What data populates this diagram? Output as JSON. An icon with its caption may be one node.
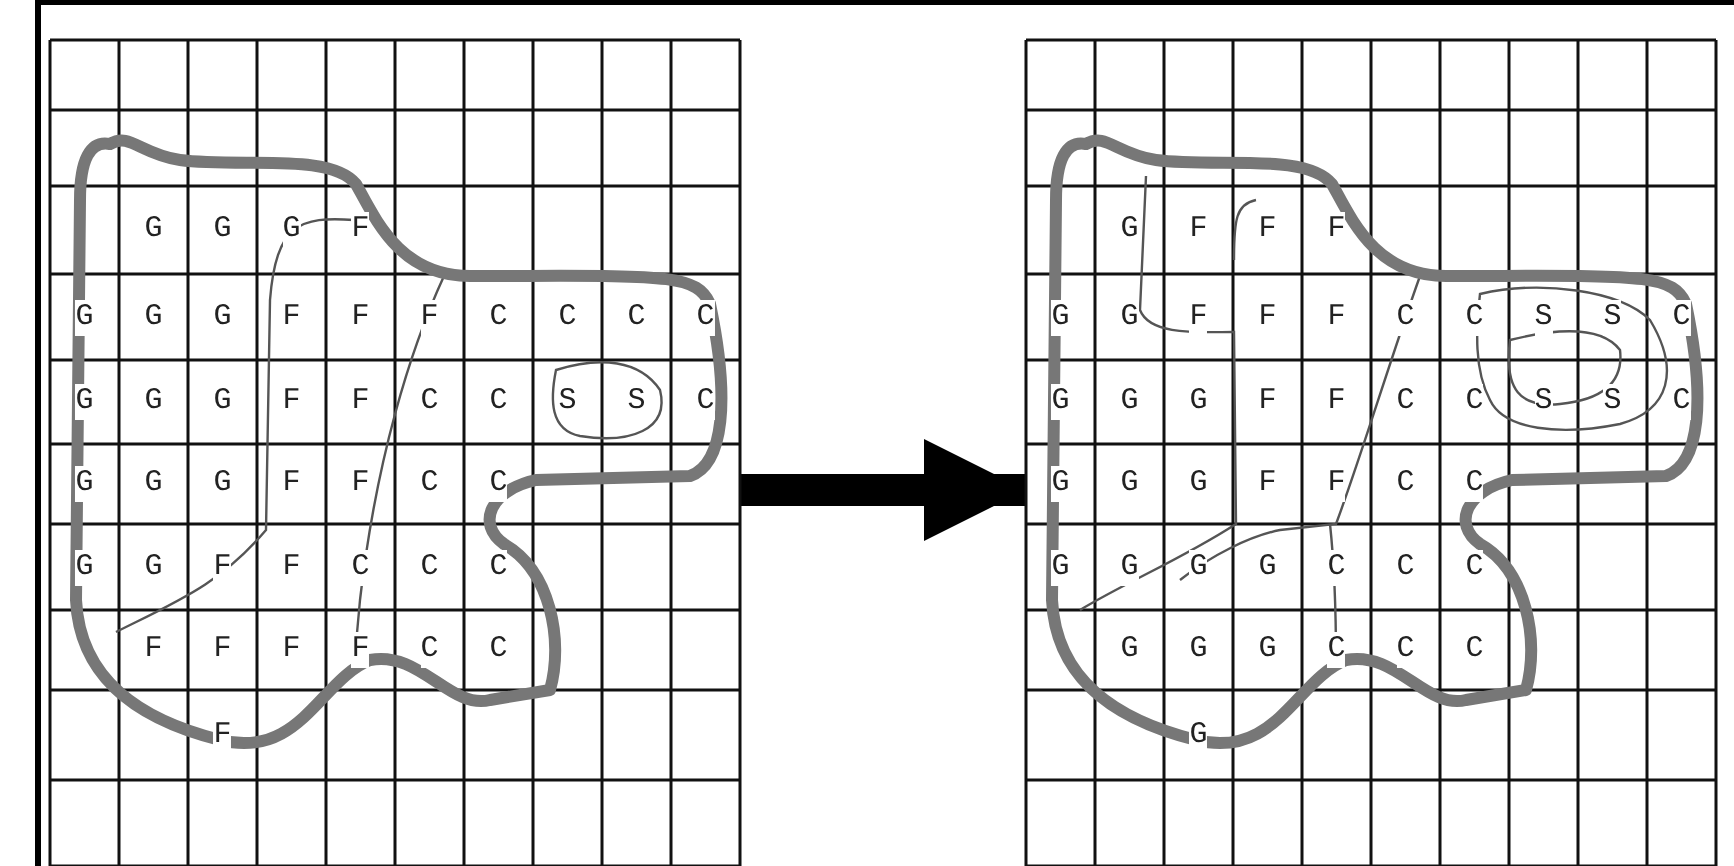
{
  "diagram": {
    "nodes": [
      {
        "text": [],
        "shape": "box"
      },
      {
        "text": [],
        "shape": "box"
      }
    ],
    "edges": [
      {
        "from": 0,
        "to": 1,
        "arrow": "to"
      }
    ],
    "labels": [
      "G",
      "G",
      "G",
      "F",
      "G",
      "G",
      "G",
      "F",
      "F",
      "F",
      "C",
      "C",
      "C",
      "C",
      "G",
      "G",
      "G",
      "F",
      "F",
      "C",
      "C",
      "S",
      "S",
      "C",
      "G",
      "G",
      "G",
      "F",
      "F",
      "C",
      "C",
      "G",
      "G",
      "F",
      "F",
      "C",
      "C",
      "C",
      "F",
      "F",
      "F",
      "F",
      "C",
      "C",
      "F",
      "G",
      "F",
      "F",
      "F",
      "G",
      "G",
      "F",
      "F",
      "F",
      "C",
      "C",
      "S",
      "S",
      "C",
      "G",
      "G",
      "G",
      "F",
      "F",
      "C",
      "C",
      "S",
      "S",
      "C",
      "G",
      "G",
      "G",
      "F",
      "F",
      "C",
      "C",
      "G",
      "G",
      "G",
      "G",
      "C",
      "C",
      "C",
      "G",
      "G",
      "G",
      "C",
      "C",
      "C",
      "G"
    ]
  }
}
